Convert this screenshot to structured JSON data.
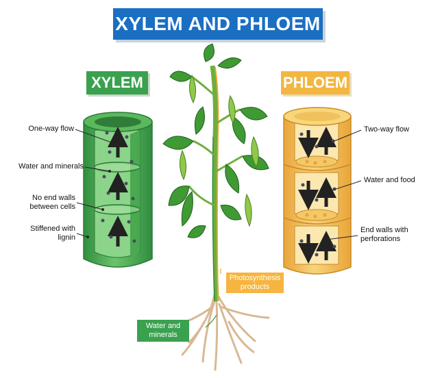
{
  "title": "XYLEM AND PHLOEM",
  "xylem": {
    "badge": "XYLEM",
    "labels": {
      "flow": "One-way flow",
      "water": "Water and minerals",
      "walls_1": "No end walls",
      "walls_2": "between cells",
      "lignin_1": "Stiffened with",
      "lignin_2": "lignin"
    }
  },
  "phloem": {
    "badge": "PHLOEM",
    "labels": {
      "flow": "Two-way flow",
      "food": "Water and food",
      "walls_1": "End walls with",
      "walls_2": "perforations"
    }
  },
  "plant": {
    "photosynthesis_1": "Photosynthesis",
    "photosynthesis_2": "products",
    "water_1": "Water and",
    "water_2": "minerals"
  },
  "colors": {
    "xylem": "#3aa14f",
    "phloem": "#f2b641",
    "title": "#1b6fc2"
  }
}
